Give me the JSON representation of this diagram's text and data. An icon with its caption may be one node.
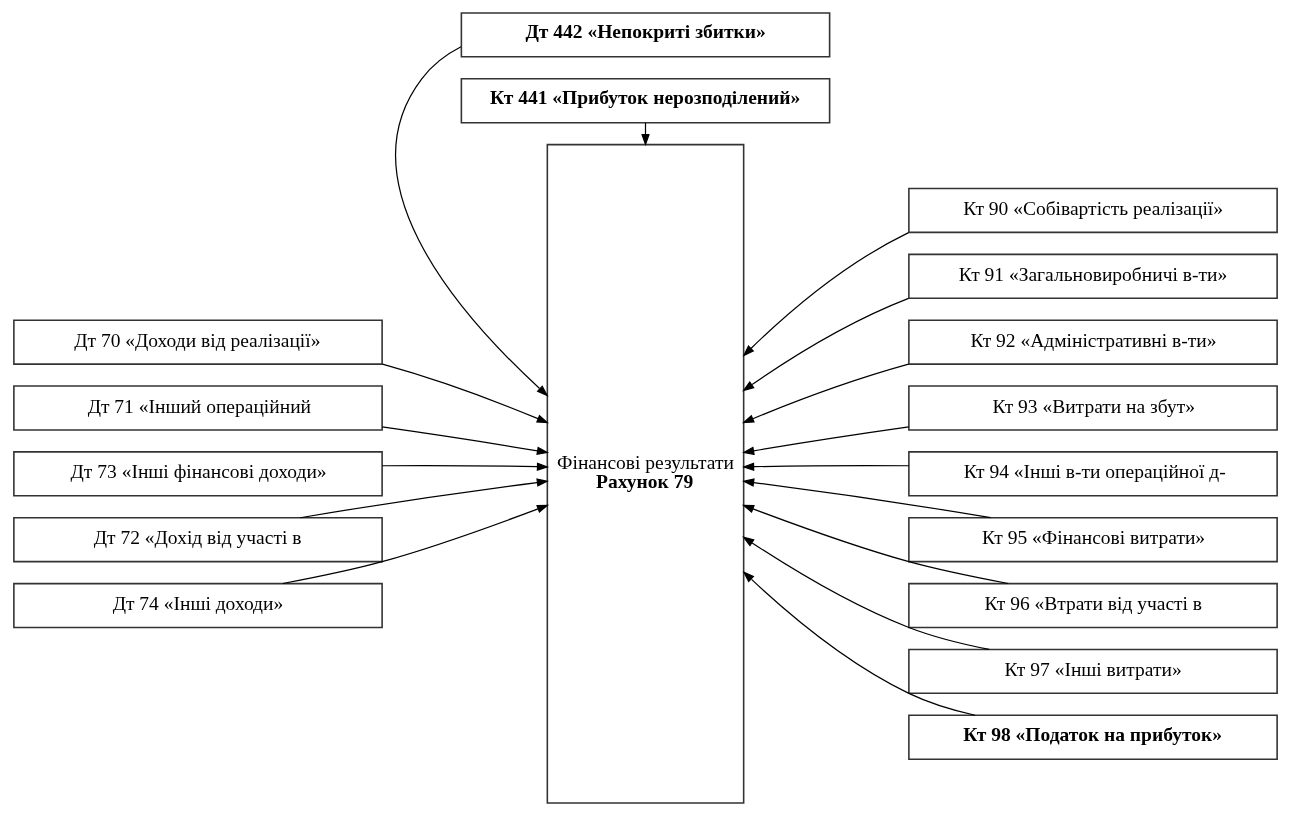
{
  "diagram": {
    "nodes": [
      {
        "text": [
          "Фінансові результати",
          "Рахунок 79"
        ]
      },
      {
        "text": [
          "Дт 70 «Доходи від реалізації»"
        ]
      },
      {
        "text": [
          "Дт 71 «Інший операційний"
        ]
      },
      {
        "text": [
          "Дт 73 «Інші фінансові доходи»"
        ]
      },
      {
        "text": [
          "Дт 72 «Дохід від участі в"
        ]
      },
      {
        "text": [
          "Дт 74 «Інші доходи»"
        ]
      },
      {
        "text": [
          "Кт 90 «Собівартість реалізації»"
        ]
      },
      {
        "text": [
          "Кт 91 «Загальновиробничі в-ти»"
        ]
      },
      {
        "text": [
          "Кт 92 «Адміністративні в-ти»"
        ]
      },
      {
        "text": [
          "Кт 93 «Витрати на збут»"
        ]
      },
      {
        "text": [
          "Кт 94 «Інші в-ти операційної д-"
        ]
      },
      {
        "text": [
          "Кт 95 «Фінансові витрати»"
        ]
      },
      {
        "text": [
          "Кт 96 «Втрати від участі в"
        ]
      },
      {
        "text": [
          "Кт 97 «Інші витрати»"
        ]
      },
      {
        "text": [
          "Кт 98 «Податок на прибуток»"
        ]
      },
      {
        "text": [
          "Дт 442 «Непокриті збитки»"
        ]
      },
      {
        "text": [
          "Кт 441 «Прибуток нерозподілений»"
        ]
      }
    ],
    "edges": [
      {
        "from": 1,
        "to": 0,
        "arrow": "to"
      },
      {
        "from": 2,
        "to": 0,
        "arrow": "to"
      },
      {
        "from": 3,
        "to": 0,
        "arrow": "to"
      },
      {
        "from": 4,
        "to": 0,
        "arrow": "to"
      },
      {
        "from": 5,
        "to": 0,
        "arrow": "to"
      },
      {
        "from": 6,
        "to": 0,
        "arrow": "to"
      },
      {
        "from": 7,
        "to": 0,
        "arrow": "to"
      },
      {
        "from": 8,
        "to": 0,
        "arrow": "to"
      },
      {
        "from": 9,
        "to": 0,
        "arrow": "to"
      },
      {
        "from": 10,
        "to": 0,
        "arrow": "to"
      },
      {
        "from": 11,
        "to": 0,
        "arrow": "to"
      },
      {
        "from": 12,
        "to": 0,
        "arrow": "to"
      },
      {
        "from": 13,
        "to": 0,
        "arrow": "to"
      },
      {
        "from": 14,
        "to": 0,
        "arrow": "to"
      },
      {
        "from": 15,
        "to": 0,
        "arrow": "to"
      },
      {
        "from": 16,
        "to": 0,
        "arrow": "to"
      }
    ]
  }
}
